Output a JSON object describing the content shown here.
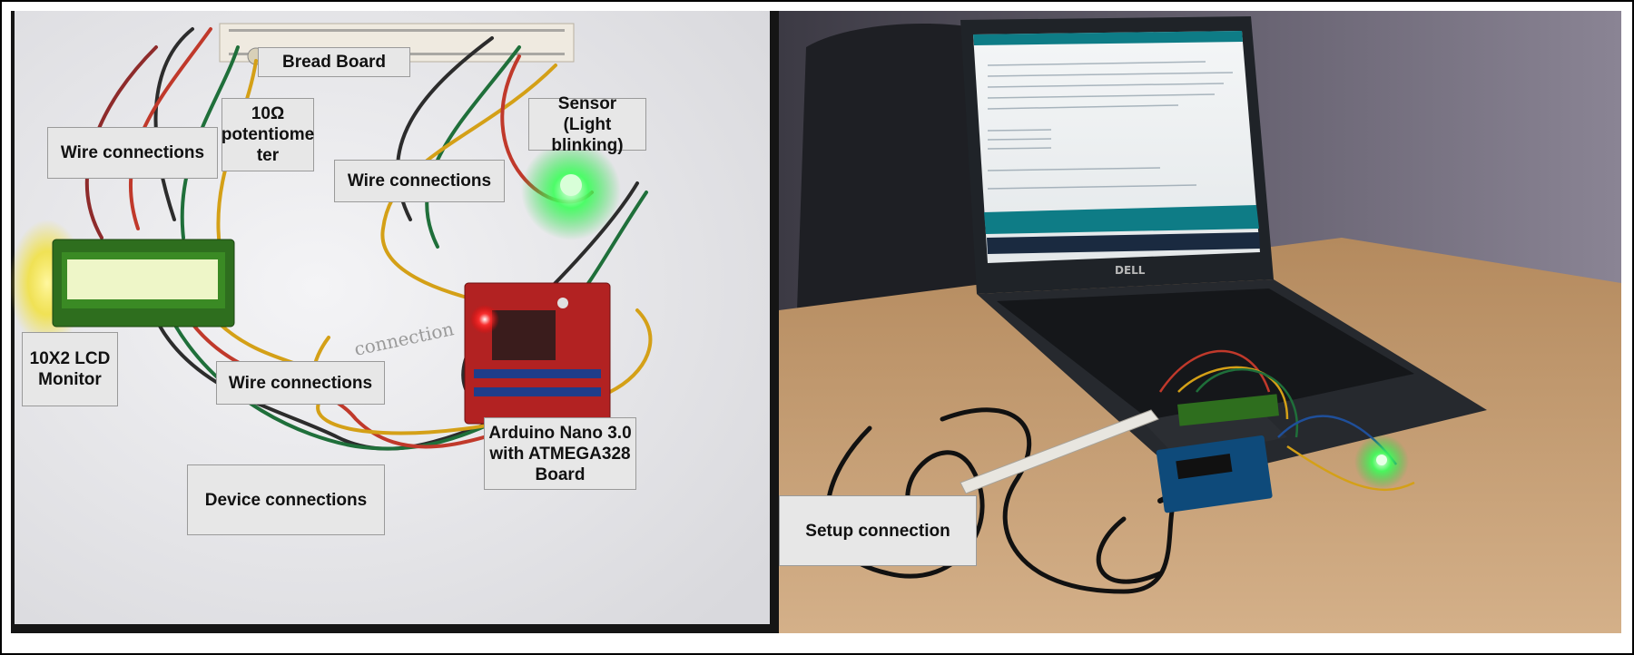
{
  "figure": {
    "left_panel": {
      "labels": {
        "bread_board": "Bread Board",
        "potentiometer": "10Ω\npotentiome\nter",
        "wire_connections_1": "Wire connections",
        "sensor": "Sensor (Light\nblinking)",
        "wire_connections_2": "Wire connections",
        "lcd_monitor": "10X2 LCD\nMonitor",
        "wire_connections_3": "Wire connections",
        "arduino": "Arduino Nano 3.0\nwith ATMEGA328\nBoard",
        "device_connections": "Device connections"
      },
      "handwritten_note": "connection"
    },
    "right_panel": {
      "labels": {
        "setup_connection": "Setup connection"
      },
      "laptop_brand": "DELL"
    },
    "colors": {
      "label_bg": "#e7e7e7",
      "label_border": "#9a9a9a",
      "lcd_backlight": "#eef6c8",
      "sensor_led": "#3cff5a",
      "arduino_board": "#b22222",
      "laptop_body": "#1f2328",
      "table_surface": "#c8a374"
    }
  }
}
